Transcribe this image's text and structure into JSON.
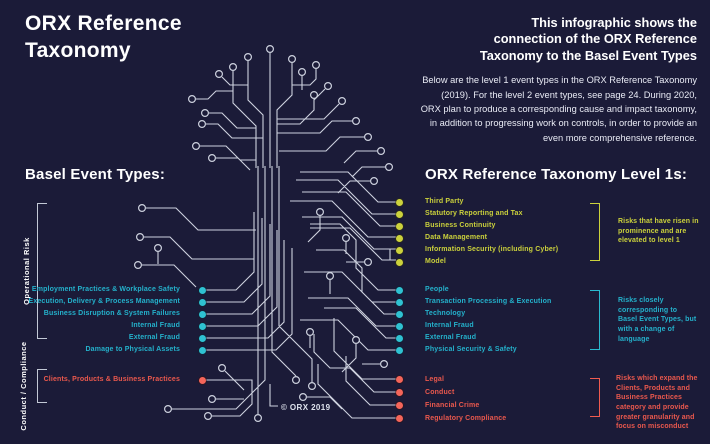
{
  "title": {
    "lines": [
      "ORX Reference",
      "Taxonomy"
    ]
  },
  "intro": {
    "heading_lines": [
      "This infographic shows the",
      "connection of the ORX Reference",
      "Taxonomy to the Basel Event Types"
    ],
    "body": "Below are the level 1 event types in the ORX Reference Taxonomy (2019).  For the level 2 event types, see page 24. During 2020, ORX plan to produce a corresponding cause and impact taxonomy, in addition to progressing work on controls, in order to provide an even more comprehensive reference."
  },
  "basel": {
    "heading": "Basel Event Types:",
    "groups": [
      {
        "side_label": "Operational Risk",
        "items": [
          "Employment Practices & Workplace Safety",
          "Execution, Delivery & Process Management",
          "Business Disruption & System Failures",
          "Internal Fraud",
          "External Fraud",
          "Damage to Physical Assets"
        ]
      },
      {
        "side_label": "Conduct / Compliance",
        "items": [
          "Clients, Products & Business Practices"
        ]
      }
    ]
  },
  "orx": {
    "heading": "ORX Reference Taxonomy Level 1s:",
    "groups": [
      {
        "name": "elevated-risks",
        "items": [
          "Third Party",
          "Statutory Reporting and Tax",
          "Business Continuity",
          "Data Management",
          "Information Security (including Cyber)",
          "Model"
        ],
        "note": "Risks that have risen in prominence and are elevated to level 1"
      },
      {
        "name": "corresponding-risks",
        "items": [
          "People",
          "Transaction Processing & Execution",
          "Technology",
          "Internal Fraud",
          "External Fraud",
          "Physical Security & Safety"
        ],
        "note": "Risks closely corresponding to Basel Event Types, but with a change of language"
      },
      {
        "name": "expanded-risks",
        "items": [
          "Legal",
          "Conduct",
          "Financial Crime",
          "Regulatory Compliance"
        ],
        "note": "Risks which expand the Clients, Products and Business Practices category and provide greater granularity and focus on misconduct"
      }
    ]
  },
  "footer": {
    "copyright": "© ORX 2019"
  },
  "colors": {
    "background": "#1b1b38",
    "teal": "#2ab9cf",
    "yellow": "#cbd13c",
    "coral": "#ef5b50",
    "line": "#d8dce8",
    "white": "#ffffff"
  }
}
